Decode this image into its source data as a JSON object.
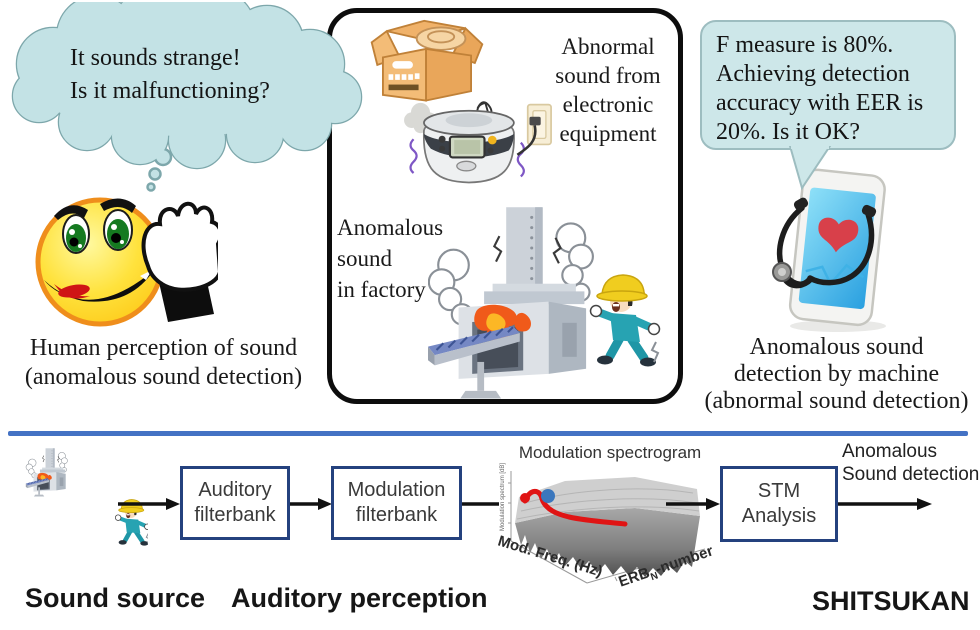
{
  "figure": {
    "thought_bubble": {
      "lines": [
        "It sounds strange!",
        "Is it malfunctioning?"
      ]
    },
    "human_caption": {
      "lines": [
        "Human perception of sound",
        "(anomalous sound detection)"
      ]
    },
    "center_box": {
      "electronic_label": {
        "lines": [
          "Abnormal",
          "sound from",
          "electronic",
          "equipment"
        ]
      },
      "factory_label": {
        "lines": [
          "Anomalous",
          "sound",
          "in factory"
        ]
      }
    },
    "speech_bubble": {
      "lines": [
        "F measure is 80%.",
        "Achieving detection",
        "accuracy with EER is",
        "20%. Is it OK?"
      ]
    },
    "machine_caption": {
      "lines": [
        "Anomalous sound",
        "detection by machine",
        "(abnormal sound detection)"
      ]
    }
  },
  "pipeline": {
    "auditory_filterbank": {
      "lines": [
        "Auditory",
        "filterbank"
      ]
    },
    "modulation_filterbank": {
      "lines": [
        "Modulation",
        "filterbank"
      ]
    },
    "stm_analysis": {
      "lines": [
        "STM",
        "Analysis"
      ]
    },
    "spectrogram": {
      "title": "Modulation spectrogram",
      "x_axis": "Mod. Freq. (Hz)",
      "erb_prefix": "ERB",
      "erb_sub": "N",
      "erb_suffix": "-number",
      "z_axis": "Modulation spectrum [dB]"
    },
    "output": {
      "lines": [
        "Anomalous",
        "Sound detection"
      ]
    },
    "sound_source_label": "Sound source",
    "auditory_perception_label": "Auditory perception",
    "shitsukan_label": "SHITSUKAN"
  },
  "colors": {
    "divider_blue": "#4472c4",
    "flow_box_border": "#24417e",
    "bubble_fill": "#c6e3e6",
    "speech_fill": "#cde7e9",
    "smiley_yellow": "#ffd91e",
    "worker_teal": "#2aa7b5",
    "helmet_yellow": "#f0cd1f",
    "fire_orange": "#f05a1a",
    "heart_red": "#d8404a",
    "ridge_red": "#e01414",
    "marker_blue": "#3b77bd"
  }
}
